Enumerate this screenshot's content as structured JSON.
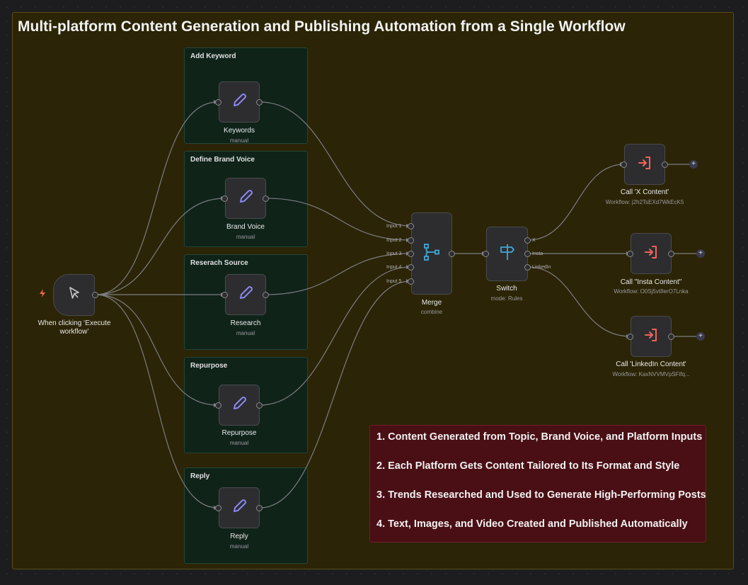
{
  "title": "Multi-platform Content Generation and Publishing Automation from a Single Workflow",
  "groups": [
    {
      "title": "Add Keyword"
    },
    {
      "title": "Define Brand Voice"
    },
    {
      "title": "Reserach Source"
    },
    {
      "title": "Repurpose"
    },
    {
      "title": "Reply"
    }
  ],
  "nodes": {
    "trigger": {
      "label": "When clicking ‘Execute workflow’",
      "icon": "cursor-icon",
      "badge_icon": "lightning-icon"
    },
    "keywords": {
      "label": "Keywords",
      "sub": "manual",
      "icon": "pencil-icon"
    },
    "brand_voice": {
      "label": "Brand Voice",
      "sub": "manual",
      "icon": "pencil-icon"
    },
    "research": {
      "label": "Research",
      "sub": "manual",
      "icon": "pencil-icon"
    },
    "repurpose": {
      "label": "Repurpose",
      "sub": "manual",
      "icon": "pencil-icon"
    },
    "reply": {
      "label": "Reply",
      "sub": "manual",
      "icon": "pencil-icon"
    },
    "merge": {
      "label": "Merge",
      "sub": "combine",
      "icon": "merge-icon",
      "inputs": [
        "Input 1",
        "Input 2",
        "Input 3",
        "Input 4",
        "Input 5"
      ]
    },
    "switch": {
      "label": "Switch",
      "sub": "mode: Rules",
      "icon": "signpost-icon",
      "outputs": [
        "X",
        "Insta",
        "LinkedIn"
      ]
    },
    "call_x": {
      "label": "Call 'X Content'",
      "sub": "Workflow: j2h2TsEXd7WkEcK5",
      "icon": "enter-icon"
    },
    "call_insta": {
      "label": "Call \"Insta Content\"",
      "sub": "Workflow: O0Sj5vt8erO7Lnka",
      "icon": "enter-icon"
    },
    "call_linkedin": {
      "label": "Call 'LinkedIn Content'",
      "sub": "Workflow: KaxNVVMVpSFifq...",
      "icon": "enter-icon"
    }
  },
  "plus_symbol": "+",
  "note": {
    "lines": [
      "1. Content Generated from Topic, Brand Voice, and Platform Inputs",
      "2. Each Platform Gets Content Tailored to Its Format and Style",
      "3. Trends Researched and Used to Generate High-Performing Posts",
      "4. Text, Images, and Video Created and Published Automatically"
    ]
  },
  "colors": {
    "frame": "#2b2406",
    "group": "#0f2319",
    "note": "#4a0f15",
    "pencil": "#8b86f0",
    "merge": "#3fa8d8",
    "enter": "#f0645a",
    "trigger_bolt": "#f06a4a"
  }
}
